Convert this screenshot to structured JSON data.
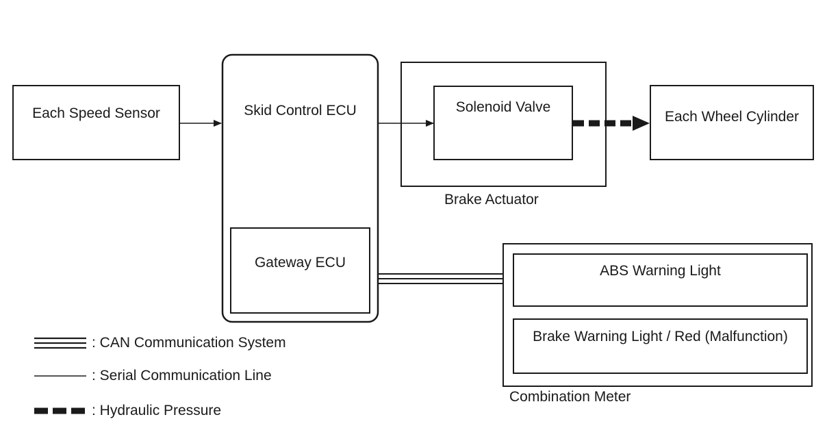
{
  "blocks": {
    "speed_sensor": "Each Speed Sensor",
    "skid_control_ecu": "Skid Control ECU",
    "gateway_ecu": "Gateway ECU",
    "solenoid_valve": "Solenoid Valve",
    "brake_actuator": "Brake Actuator",
    "wheel_cylinder": "Each Wheel Cylinder",
    "abs_warning_light": "ABS Warning Light",
    "brake_warning_light": "Brake Warning Light / Red (Malfunction)",
    "combination_meter": "Combination Meter"
  },
  "legend": {
    "can": ": CAN Communication System",
    "serial": ": Serial Communication Line",
    "hydraulic": ": Hydraulic Pressure"
  }
}
